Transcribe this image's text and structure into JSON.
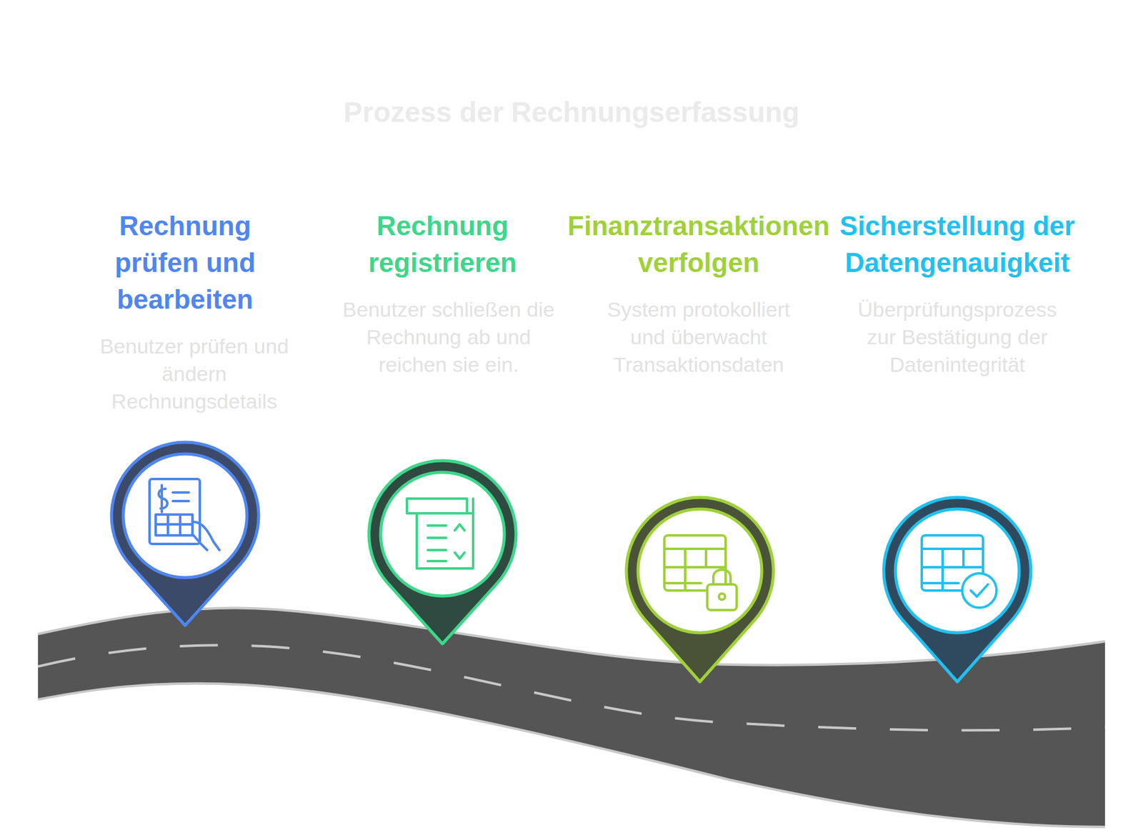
{
  "diagram": {
    "title": "Prozess der Rechnungserfassung",
    "nodes": [
      {
        "text": [
          "Rechnung prüfen und bearbeiten",
          "Benutzer prüfen und ändern Rechnungsdetails"
        ]
      },
      {
        "text": [
          "Rechnung registrieren",
          "Benutzer schließen die Rechnung ab und reichen sie ein."
        ]
      },
      {
        "text": [
          "Finanztransaktionen verfolgen",
          "System protokolliert und überwacht Transaktionsdaten"
        ]
      },
      {
        "text": [
          "Sicherstellung der Datengenauigkeit",
          "Überprüfungsprozess zur Bestätigung der Datenintegrität"
        ]
      }
    ]
  }
}
